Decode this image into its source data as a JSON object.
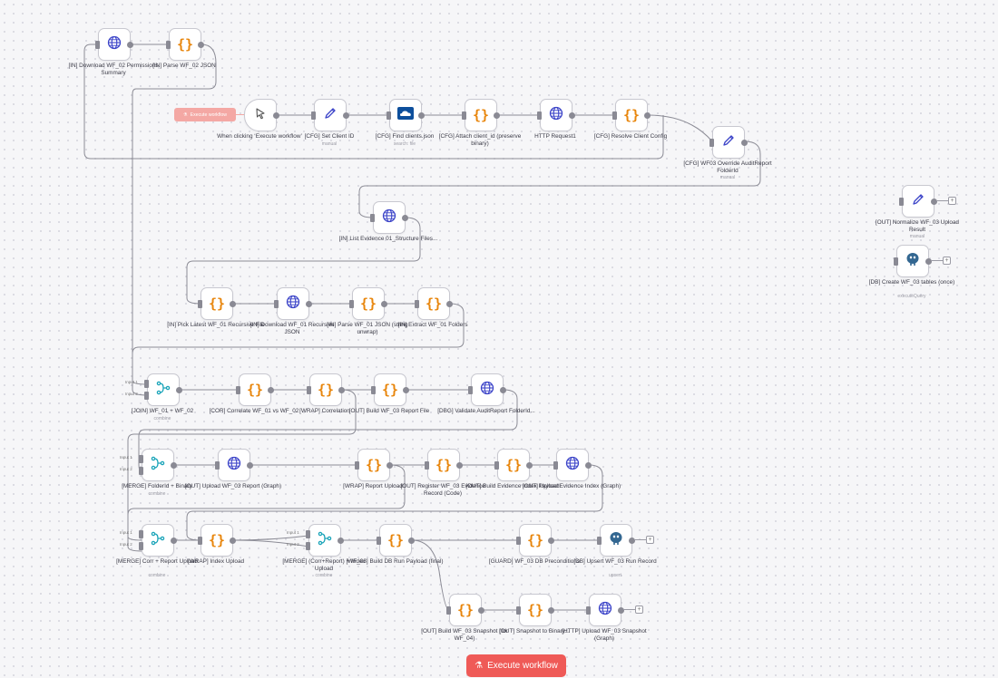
{
  "canvas": {
    "execute_button": "Execute workflow",
    "trigger_chip": "Execute workflow"
  },
  "nodes": [
    {
      "id": "n1",
      "label": "[IN] Download WF_02 Permissions Summary",
      "sub": "",
      "icon": "globe-icon"
    },
    {
      "id": "n2",
      "label": "[IN] Parse WF_02 JSON",
      "sub": "",
      "icon": "code-icon"
    },
    {
      "id": "n3",
      "label": "When clicking ‘Execute workflow’",
      "sub": "",
      "icon": "cursor-icon"
    },
    {
      "id": "n4",
      "label": "[CFG] Set Client ID",
      "sub": "manual",
      "icon": "pencil-icon"
    },
    {
      "id": "n5",
      "label": "[CFG] Find clients.json",
      "sub": "search: file",
      "icon": "onedrive-icon"
    },
    {
      "id": "n6",
      "label": "[CFG] Attach client_id (preserve binary)",
      "sub": "",
      "icon": "code-icon"
    },
    {
      "id": "n7",
      "label": "HTTP Request1",
      "sub": "",
      "icon": "globe-icon"
    },
    {
      "id": "n8",
      "label": "[CFG] Resolve Client Config",
      "sub": "",
      "icon": "code-icon"
    },
    {
      "id": "n9",
      "label": "[CFG] WF03 Override AuditReport FolderId",
      "sub": "manual",
      "icon": "pencil-icon"
    },
    {
      "id": "n10",
      "label": "[IN] List Evidence 01_Structure Files...",
      "sub": "",
      "icon": "globe-icon"
    },
    {
      "id": "n11",
      "label": "[IN] Pick Latest WF_01 Recursive File",
      "sub": "",
      "icon": "code-icon"
    },
    {
      "id": "n12",
      "label": "[IN] Download WF_01 Recursive JSON",
      "sub": "",
      "icon": "globe-icon"
    },
    {
      "id": "n13",
      "label": "[IN] Parse WF_01 JSON (string unwrap)",
      "sub": "",
      "icon": "code-icon"
    },
    {
      "id": "n14",
      "label": "[IN] Extract WF_01 Folders",
      "sub": "",
      "icon": "code-icon"
    },
    {
      "id": "n15",
      "label": "[JOIN] WF_01 + WF_02",
      "sub": "combine",
      "icon": "merge-icon"
    },
    {
      "id": "n16",
      "label": "[COR] Correlate WF_01 vs WF_02",
      "sub": "",
      "icon": "code-icon"
    },
    {
      "id": "n17",
      "label": "[WRAP] Correlation",
      "sub": "",
      "icon": "code-icon"
    },
    {
      "id": "n18",
      "label": "[OUT] Build WF_03 Report File",
      "sub": "",
      "icon": "code-icon"
    },
    {
      "id": "n19",
      "label": "[DBG] Validate AuditReport FolderId...",
      "sub": "",
      "icon": "globe-icon"
    },
    {
      "id": "n20",
      "label": "[MERGE] FolderId + Binary",
      "sub": "combine",
      "icon": "merge-icon"
    },
    {
      "id": "n21",
      "label": "[OUT] Upload WF_03 Report (Graph)",
      "sub": "",
      "icon": "globe-icon"
    },
    {
      "id": "n22",
      "label": "[WRAP] Report Upload",
      "sub": "",
      "icon": "code-icon"
    },
    {
      "id": "n23",
      "label": "[OUT] Register WF_03 Evidence Record (Code)",
      "sub": "",
      "icon": "code-icon"
    },
    {
      "id": "n24",
      "label": "[OUT] Build Evidence Index Payload",
      "sub": "",
      "icon": "code-icon"
    },
    {
      "id": "n25",
      "label": "[OUT] Upload Evidence Index (Graph)",
      "sub": "",
      "icon": "globe-icon"
    },
    {
      "id": "n26",
      "label": "[MERGE] Corr + Report Upload",
      "sub": "combine",
      "icon": "merge-icon"
    },
    {
      "id": "n27",
      "label": "[WRAP] Index Upload",
      "sub": "",
      "icon": "code-icon"
    },
    {
      "id": "n28",
      "label": "[MERGE] (Corr+Report) + Index Upload",
      "sub": "combine",
      "icon": "merge-icon"
    },
    {
      "id": "n29",
      "label": "[WF_03] Build DB Run Payload (final)",
      "sub": "",
      "icon": "code-icon"
    },
    {
      "id": "n30",
      "label": "[GUARD] WF_03 DB Preconditions",
      "sub": "",
      "icon": "code-icon"
    },
    {
      "id": "n31",
      "label": "[DB] Upsert WF_03 Run Record",
      "sub": "upsert",
      "icon": "postgres-icon"
    },
    {
      "id": "n32",
      "label": "[OUT] Build WF_03 Snapshot (for WF_04)",
      "sub": "",
      "icon": "code-icon"
    },
    {
      "id": "n33",
      "label": "[OUT] Snapshot to Binary...",
      "sub": "",
      "icon": "code-icon"
    },
    {
      "id": "n34",
      "label": "[HTTP] Upload WF_03 Snapshot (Graph)",
      "sub": "",
      "icon": "globe-icon"
    },
    {
      "id": "n35",
      "label": "[OUT] Normalize WF_03 Upload Result",
      "sub": "manual",
      "icon": "pencil-icon"
    },
    {
      "id": "n36",
      "label": "[DB] Create WF_03 tables (once)",
      "sub": "executeQuery",
      "icon": "postgres-icon"
    }
  ],
  "merge_inputs": [
    "Input 1",
    "Input 2"
  ]
}
